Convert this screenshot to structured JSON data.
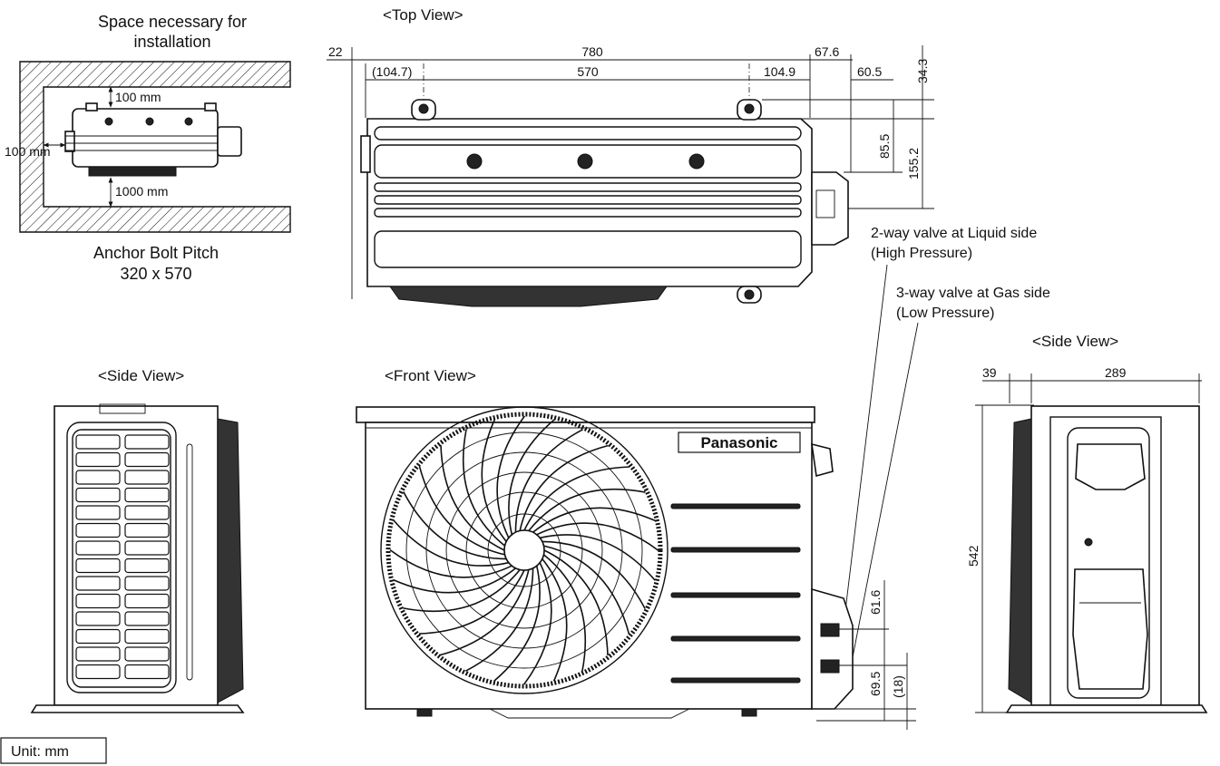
{
  "titles": {
    "top_view": "<Top View>",
    "side_view_left": "<Side View>",
    "front_view": "<Front View>",
    "side_view_right": "<Side View>"
  },
  "installation": {
    "heading_line1": "Space necessary for",
    "heading_line2": "installation",
    "clearance_top": "100 mm",
    "clearance_left": "100 mm",
    "clearance_front": "1000 mm",
    "anchor_line1": "Anchor Bolt Pitch",
    "anchor_line2": "320 x 570"
  },
  "top_dims": {
    "left_offset": "22",
    "overall_width": "780",
    "right_overhang": "67.6",
    "left_bolt": "(104.7)",
    "bolt_pitch": "570",
    "right_bolt": "104.9",
    "right_offset": "60.5",
    "top_offset": "34.3",
    "valve_depth_a": "85.5",
    "valve_depth_b": "155.2"
  },
  "valves": {
    "liquid_line1": "2-way valve at Liquid side",
    "liquid_line2": "(High Pressure)",
    "gas_line1": "3-way valve at Gas side",
    "gas_line2": "(Low Pressure)"
  },
  "front_dims": {
    "valve_spacing": "61.6",
    "valve_height": "69.5",
    "foot_height": "(18)"
  },
  "side_dims": {
    "offset": "39",
    "depth": "289",
    "height": "542"
  },
  "brand": "Panasonic",
  "unit": "Unit: mm"
}
